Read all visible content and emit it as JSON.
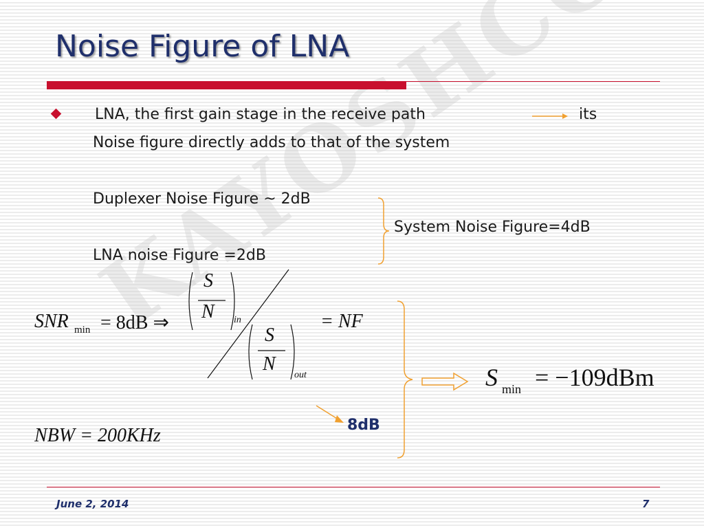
{
  "slide": {
    "title": "Noise Figure of LNA",
    "watermark": "KAYOSHCOM"
  },
  "content": {
    "bullet_line1_a": "LNA, the first gain stage in the receive path",
    "bullet_line1_b": "its",
    "bullet_line2": "Noise figure directly adds to that of the system",
    "duplexer_nf": "Duplexer Noise Figure ~ 2dB",
    "system_nf": "System Noise Figure=4dB",
    "lna_nf": "LNA noise Figure =2dB",
    "callout_8db": "8dB"
  },
  "equations": {
    "snr_min_lhs": "SNR",
    "snr_min_sub": "min",
    "snr_min_eq": "= 8dB ⇒",
    "frac_S": "S",
    "frac_N": "N",
    "sub_in": "in",
    "sub_out": "out",
    "eq_nf": "= NF",
    "nbw": "NBW = 200KHz",
    "smin_S": "S",
    "smin_sub": "min",
    "smin_rhs": "= −109dBm"
  },
  "footer": {
    "date": "June 2, 2014",
    "page": "7"
  },
  "colors": {
    "title": "#1f2f6b",
    "accent_red": "#c8102e",
    "arrow_orange": "#f0a030"
  }
}
